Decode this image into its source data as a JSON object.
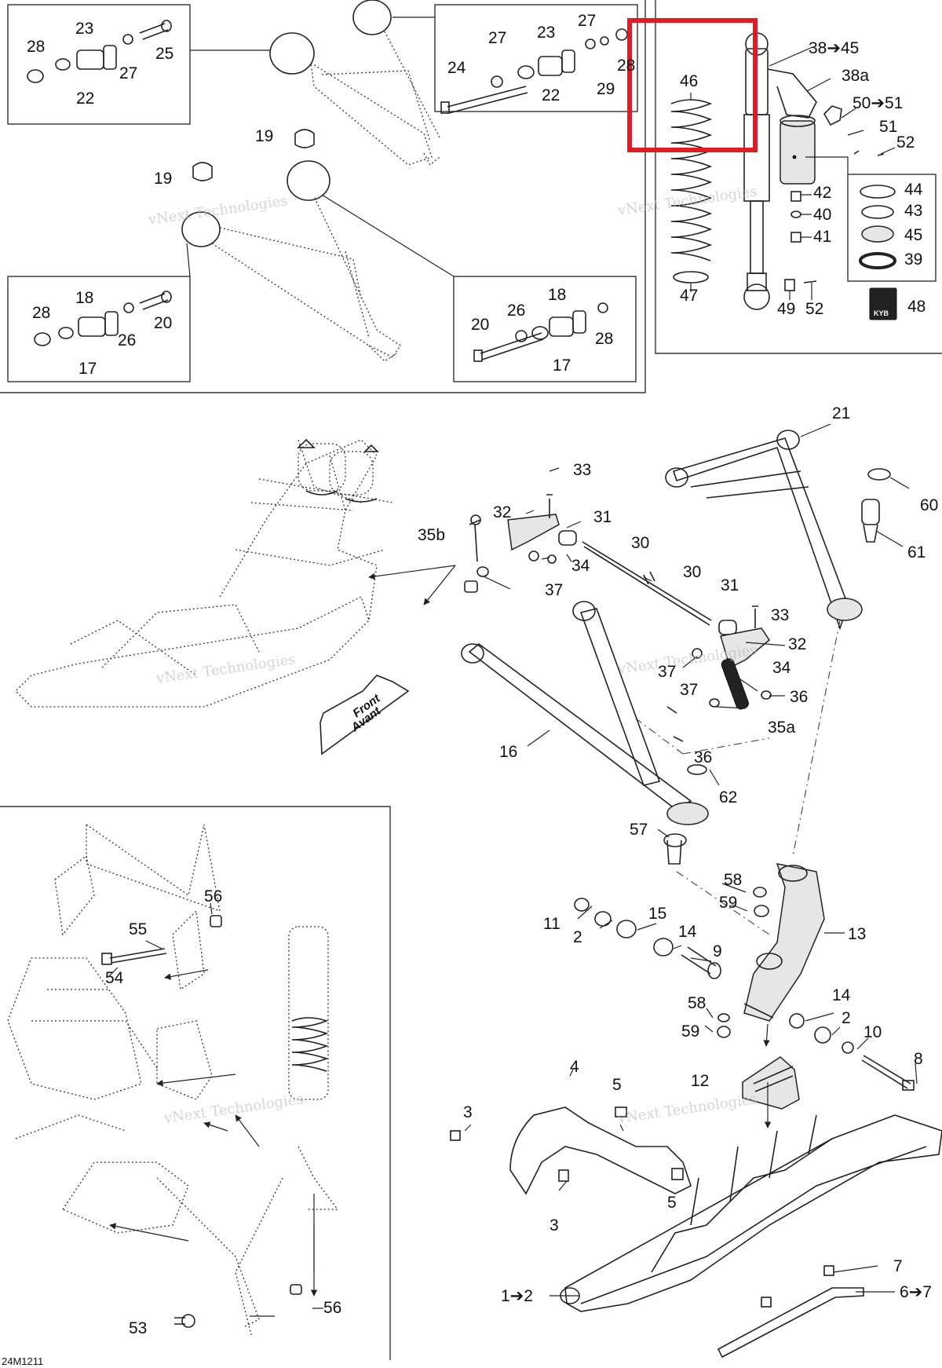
{
  "diagram": {
    "drawing_code": "24M1211",
    "watermark_text": "vNext Technologies",
    "front_arrow": {
      "line1": "Front",
      "line2": "Avant"
    },
    "shock_brand": "KYB",
    "highlight_color": "#e01b24",
    "highlighted_part": "46",
    "callouts": {
      "c28a": "28",
      "c23a": "23",
      "c27a": "27",
      "c25": "25",
      "c22a": "22",
      "c27b": "27",
      "c23b": "23",
      "c27c": "27",
      "c24": "24",
      "c28b": "28",
      "c29": "29",
      "c22b": "22",
      "c19a": "19",
      "c19b": "19",
      "c28c": "28",
      "c18a": "18",
      "c20a": "20",
      "c26a": "26",
      "c17a": "17",
      "c18b": "18",
      "c20b": "20",
      "c26b": "26",
      "c28d": "28",
      "c17b": "17",
      "c46": "46",
      "c47": "47",
      "c38_45": "38➔45",
      "c38a": "38a",
      "c50_51": "50➔51",
      "c51": "51",
      "c52a": "52",
      "c42": "42",
      "c40": "40",
      "c41": "41",
      "c44": "44",
      "c43": "43",
      "c45": "45",
      "c39": "39",
      "c49": "49",
      "c52b": "52",
      "c48": "48",
      "c21": "21",
      "c60": "60",
      "c61": "61",
      "c33a": "33",
      "c32a": "32",
      "c31a": "31",
      "c35b": "35b",
      "c30a": "30",
      "c34a": "34",
      "c37a": "37",
      "c30b": "30",
      "c31b": "31",
      "c33b": "33",
      "c32b": "32",
      "c37b": "37",
      "c34b": "34",
      "c37c": "37",
      "c36a": "36",
      "c35a": "35a",
      "c16": "16",
      "c36b": "36",
      "c62": "62",
      "c57": "57",
      "c58a": "58",
      "c59a": "59",
      "c13": "13",
      "c11": "11",
      "c15": "15",
      "c2a": "2",
      "c14a": "14",
      "c9": "9",
      "c58b": "58",
      "c59b": "59",
      "c14b": "14",
      "c2b": "2",
      "c10": "10",
      "c8": "8",
      "c4": "4",
      "c12": "12",
      "c5a": "5",
      "c3a": "3",
      "c5b": "5",
      "c3b": "3",
      "c7": "7",
      "c6_7": "6➔7",
      "c1_2": "1➔2",
      "c56a": "56",
      "c55": "55",
      "c54": "54",
      "c53": "53",
      "c56b": "56"
    }
  }
}
